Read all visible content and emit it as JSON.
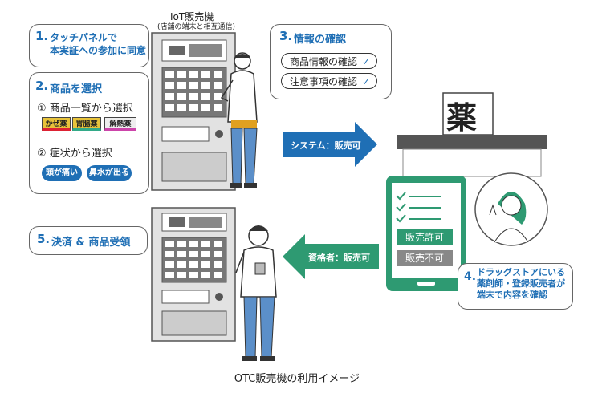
{
  "machine_top": {
    "title": "IoT販売機",
    "subtitle": "(店舗の端末と相互通信)"
  },
  "step1": {
    "number": "1.",
    "line1": "タッチパネルで",
    "line2": "本実証への参加に同意"
  },
  "step2": {
    "number": "2.",
    "title": "商品を選択",
    "opt1": "① 商品一覧から選択",
    "tags": [
      "かぜ薬",
      "胃腸薬",
      "解熱薬"
    ],
    "opt2": "② 症状から選択",
    "symptoms": [
      "頭が痛い",
      "鼻水が出る"
    ]
  },
  "step3": {
    "number": "3.",
    "title": "情報の確認",
    "items": [
      "商品情報の確認",
      "注意事項の確認"
    ]
  },
  "store": {
    "kanji": "薬"
  },
  "tablet": {
    "allow": "販売許可",
    "deny": "販売不可"
  },
  "arrow_right": {
    "label": "システム：販売可"
  },
  "arrow_left": {
    "label": "資格者：販売可"
  },
  "step4": {
    "number": "4.",
    "line1": "ドラッグストアにいる",
    "line2": "薬剤師・登録販売者が",
    "line3": "端末で内容を確認"
  },
  "step5": {
    "number": "5.",
    "title": "決済 & 商品受領"
  },
  "caption": "OTC販売機の利用イメージ",
  "colors": {
    "blue": "#1f6fb5",
    "green": "#2e9a72",
    "machine": "#d8d8d8",
    "screen": "#8a8a8a"
  }
}
